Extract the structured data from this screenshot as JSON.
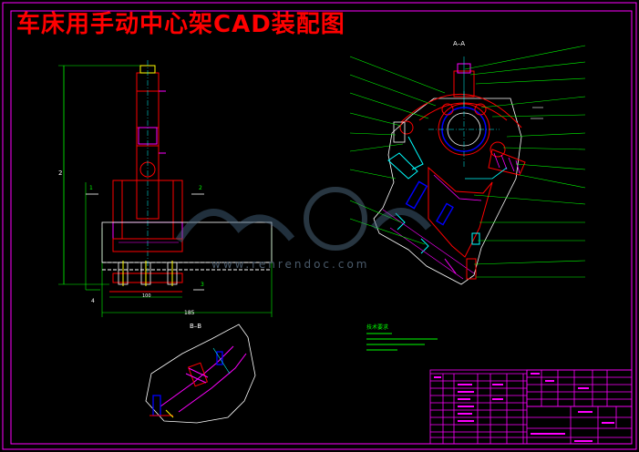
{
  "drawing": {
    "title": "车床用手动中心架CAD装配图",
    "section_labels": {
      "section_aa": "A–A",
      "section_bb": "B–B"
    },
    "notes_title": "技术要求",
    "watermark_text": "www.renrendoc.com",
    "colors": {
      "background": "#000000",
      "title": "#ff0000",
      "frame": "#ff00ff",
      "outline": "#ff0000",
      "hidden": "#ffffff",
      "leader": "#00ff00",
      "center": "#00ffff",
      "hatch": "#ff00ff",
      "parts": "#0000ff",
      "yellow": "#ffff00"
    }
  }
}
